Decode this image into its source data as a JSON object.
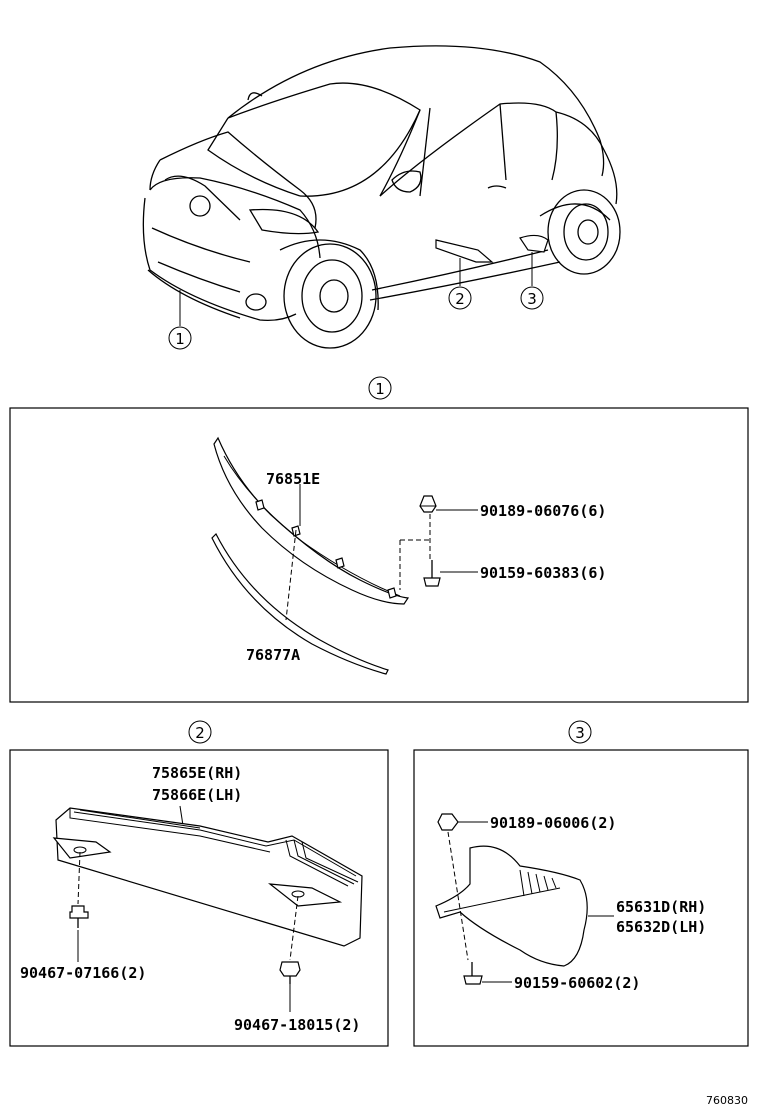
{
  "callouts": {
    "c1": "1",
    "c2": "2",
    "c3": "3"
  },
  "section1": {
    "part_molding": "76851E",
    "part_strip": "76877A",
    "part_nut": "90189-06076(6)",
    "part_screw": "90159-60383(6)"
  },
  "section2": {
    "part_bracket_rh": "75865E(RH)",
    "part_bracket_lh": "75866E(LH)",
    "part_clip_a": "90467-07166(2)",
    "part_clip_b": "90467-18015(2)"
  },
  "section3": {
    "part_nut": "90189-06006(2)",
    "part_flap_rh": "65631D(RH)",
    "part_flap_lh": "65632D(LH)",
    "part_screw": "90159-60602(2)"
  },
  "footer": {
    "code": "760830"
  }
}
